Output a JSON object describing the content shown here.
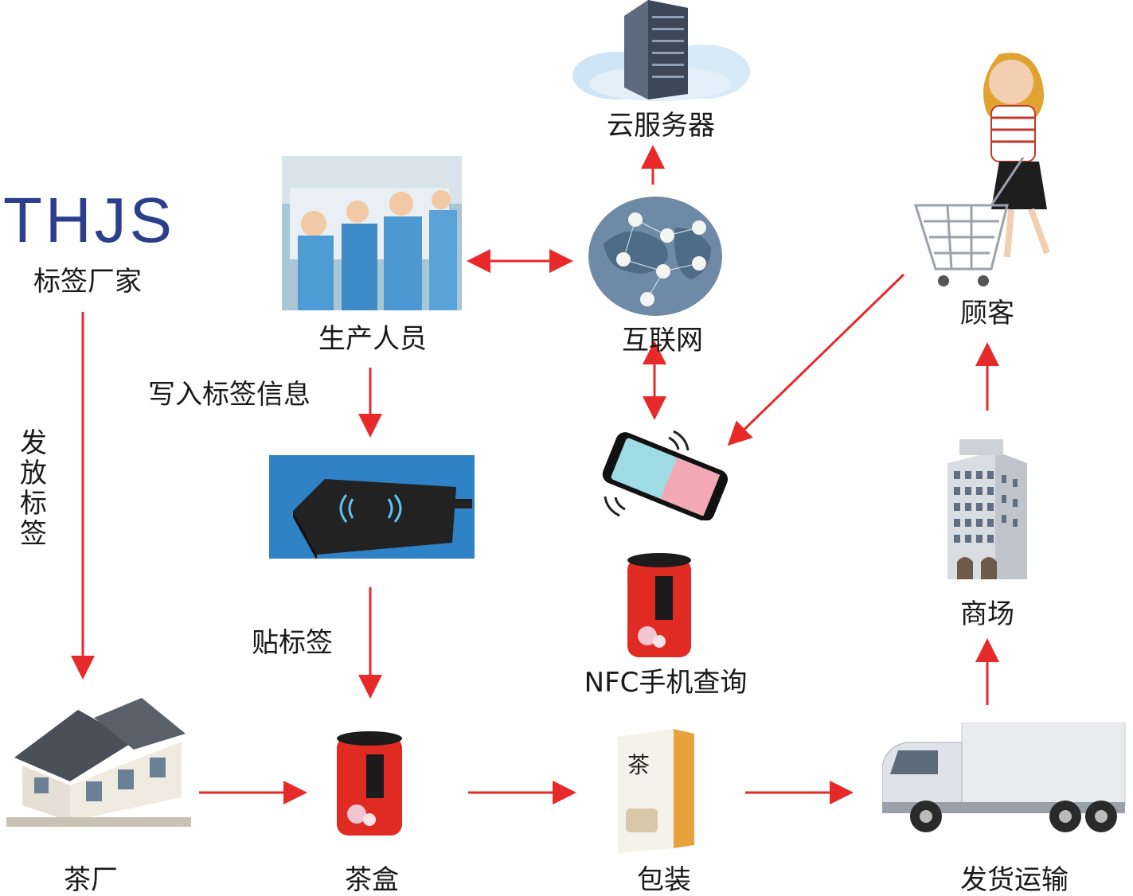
{
  "brand": {
    "name": "THJS",
    "subtitle": "标签厂家"
  },
  "nodes": {
    "cloud_server": "云服务器",
    "production_staff": "生产人员",
    "internet": "互联网",
    "customer": "顾客",
    "reader_step": "写入标签信息",
    "issue_tags": "发放标签",
    "apply_tag": "贴标签",
    "nfc_query": "NFC手机查询",
    "tea_factory": "茶厂",
    "tea_box": "茶盒",
    "packaging": "包装",
    "shipping": "发货运输",
    "mall": "商场"
  },
  "colors": {
    "arrow": "#e8292a",
    "brand": "#2b3f8c",
    "text": "#1a1a1a"
  }
}
